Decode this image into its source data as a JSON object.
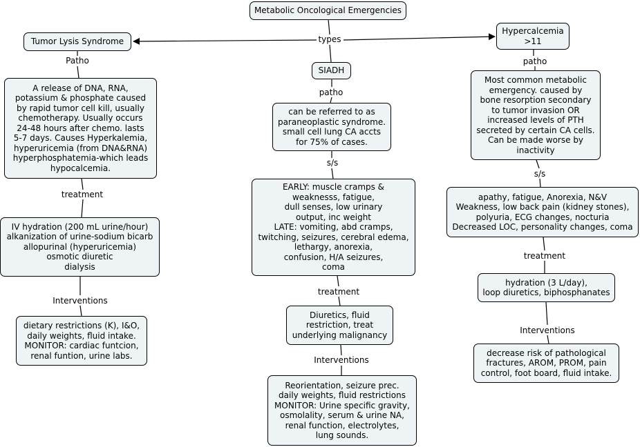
{
  "nodes": {
    "root": "Metabolic Oncological Emergencies",
    "tls": "Tumor Lysis Syndrome",
    "tls_patho": "A release of DNA, RNA,\npotassium & phosphate caused\nby rapid tumor cell kill, usually\nchemotherapy.  Usually occurs\n24-48 hours after chemo.  lasts\n5-7 days.  Causes Hyperkalemia,\nhyperuricemia (from DNA&RNA)\nhyperphosphatemia-which leads\nhypocalcemia.",
    "tls_treatment": "IV hydration (200 mL urine/hour)\nalkanization of urine-sodium bicarb\nallopurinal (hyperuricemia)\nosmotic diuretic\ndialysis",
    "tls_interventions": "dietary restrictions (K), I&O,\ndaily weights, fluid intake.\nMONITOR: cardiac funtcion,\nrenal funtion, urine labs.",
    "siadh": "SIADH",
    "siadh_patho": "can be referred to as\nparaneoplastic syndrome.\nsmall cell lung CA accts\nfor 75% of cases.",
    "siadh_ss": "EARLY:  muscle cramps &\nweaknesss, fatigue,\ndull senses, low urinary\noutput, inc weight\nLATE:  vomiting, abd cramps,\ntwitching, seizures, cerebral edema,\nlethargy, anorexia,\nconfusion, H/A seizures,\ncoma",
    "siadh_treatment": "Diuretics, fluid\nrestriction, treat\nunderlying malignancy",
    "siadh_interventions": "Reorientation, seizure prec.\ndaily weights, fluid restrictions\nMONITOR: Urine specific gravity,\nosmolality, serum & urine NA,\nrenal function, electrolytes,\nlung sounds.",
    "hyper": "Hypercalcemia\n>11",
    "hyper_patho": "Most common metabolic\nemergency. caused by\nbone resorption secondary\nto tumor invasion OR\nincreased levels of PTH\nsecreted by certain CA cells.\nCan be made worse by\ninactivity",
    "hyper_ss": "apathy, fatigue, Anorexia, N&V\nWeakness, low back pain (kidney stones),\npolyuria, ECG changes, nocturia\nDecreased LOC, personality changes, coma",
    "hyper_treatment": "hydration (3 L/day),\nloop diuretics, biphosphanates",
    "hyper_interventions": "decrease risk of pathological\nfractures, AROM, PROM, pain\ncontrol, foot board, fluid intake."
  },
  "labels": {
    "types": "types",
    "tls_patho": "Patho",
    "tls_treatment": "treatment",
    "tls_interventions": "Interventions",
    "siadh_patho": "patho",
    "siadh_ss": "s/s",
    "siadh_treatment": "treatment",
    "siadh_interventions": "Interventions",
    "hyper_patho": "patho",
    "hyper_ss": "s/s",
    "hyper_treatment": "treatment",
    "hyper_interventions": "Interventions"
  },
  "colors": {
    "node_fill": "#eef3f5",
    "border": "#000000",
    "background": "#ffffff"
  }
}
